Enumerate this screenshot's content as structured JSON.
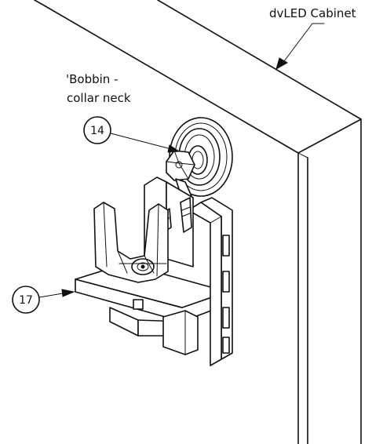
{
  "labels": {
    "cabinet": "dvLED Cabinet",
    "bobbin_line1": "'Bobbin -",
    "bobbin_line2": "collar neck"
  },
  "callouts": {
    "item_14": "14",
    "item_17": "17"
  },
  "colors": {
    "line": "#111111",
    "background": "#ffffff"
  }
}
